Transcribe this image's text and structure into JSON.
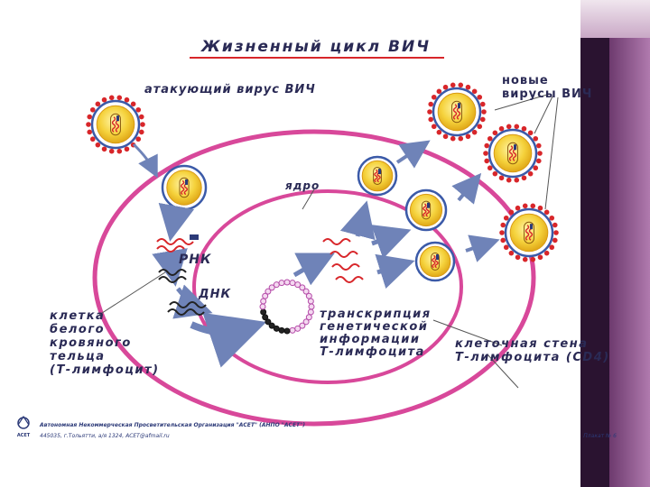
{
  "title": "Жизненный цикл ВИЧ",
  "labels": {
    "attacking_virus": "атакующий вирус ВИЧ",
    "new_viruses_line1": "новые",
    "new_viruses_line2": "вирусы ВИЧ",
    "nucleus": "ядро",
    "rna": "РНК",
    "dna": "ДНК",
    "cell_line1": "клетка",
    "cell_line2": "белого",
    "cell_line3": "кровяного",
    "cell_line4": "тельца",
    "cell_line5": "(Т-лимфоцит)",
    "transcription_line1": "транскрипция",
    "transcription_line2": "генетической",
    "transcription_line3": "информации",
    "transcription_line4": "Т-лимфоцита",
    "wall_line1": "клеточная стена",
    "wall_line2": "Т-лимфоцита (CD4)"
  },
  "footer": {
    "org_logo": "ACET",
    "org_name": "Автономная Некоммерческая Просветительская Организация \"АСЕТ\" (АНПО \"АСЕТ\")",
    "address": "445035, г.Тольятти, а/я 1324, ACET@afmail.ru",
    "poster_no": "Плакат № 6"
  },
  "colors": {
    "cell_wall": "#d8489a",
    "nucleus_wall": "#d8489a",
    "virus_spikes": "#d8262a",
    "virus_envelope": "#3b5aa8",
    "virus_core": "#f5d23c",
    "arrows": "#6f83b8",
    "side_bar": "#5b2b5e"
  }
}
